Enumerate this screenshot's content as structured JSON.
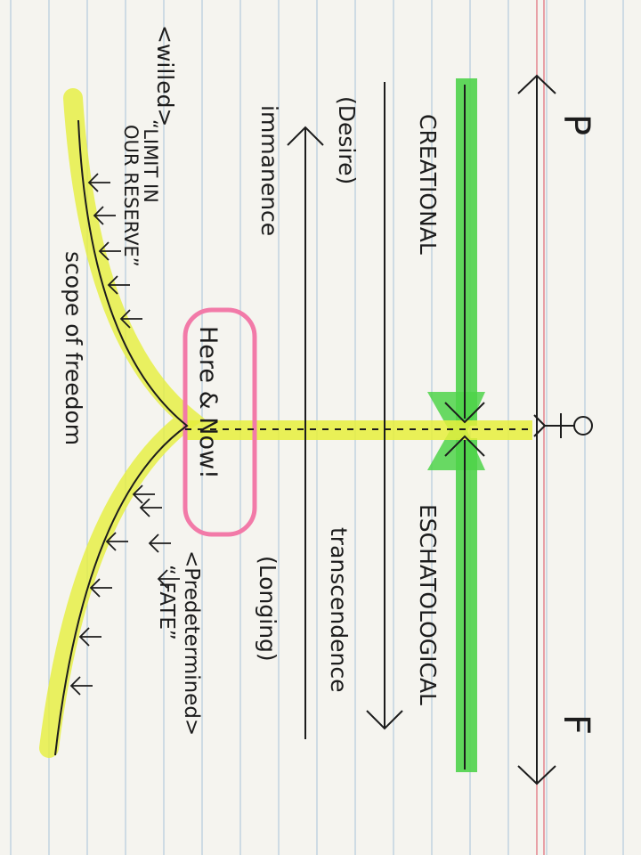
{
  "paper": {
    "background": "#f5f4ef",
    "rule_color": "#7fa9cf",
    "margin_color": "#e58a93"
  },
  "ink": "#1c1c1c",
  "highlights": {
    "green": "#4fd34a",
    "yellow": "#e6ef3c",
    "pink": "#f27aa8"
  },
  "labels": {
    "p": "P",
    "f": "F",
    "creational": "CREATIONAL",
    "eschatological": "ESCHATOLOGICAL",
    "desire": "(Desire)",
    "transcendence": "transcendence",
    "immanence": "immanence",
    "longing": "(Longing)",
    "willed": "<willed>",
    "limit_in": "“LIMIT IN",
    "our_reserve": "OUR RESERVE”",
    "here_now": "Here & Now!",
    "predetermined": "<Predetermined>",
    "fate": "“ FATE”",
    "scope": "scope of freedom"
  }
}
